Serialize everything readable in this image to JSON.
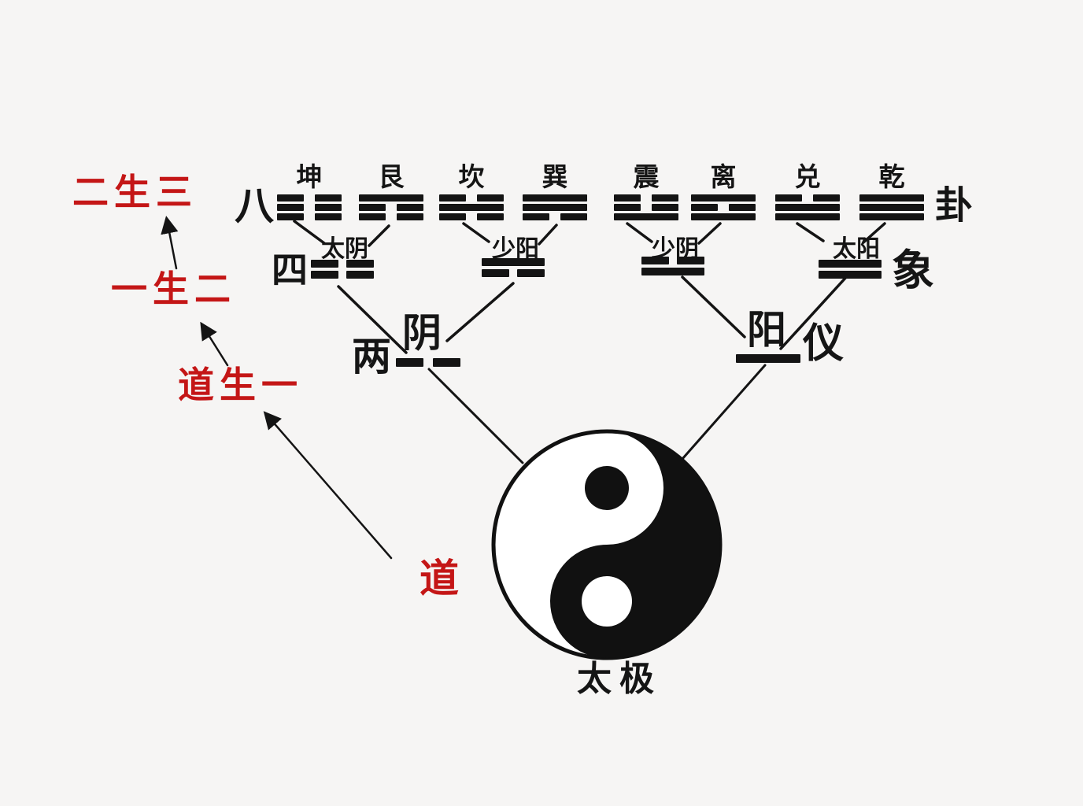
{
  "colors": {
    "red": "#c41616",
    "ink": "#141414",
    "background": "#f6f5f4"
  },
  "red_annotations": {
    "er_sheng_san": "二生三",
    "yi_sheng_er": "一生二",
    "dao_sheng_yi": "道生一",
    "dao": "道"
  },
  "eight_trigrams": {
    "left_char": "八",
    "right_char": "卦",
    "items": [
      {
        "name": "坤",
        "lines_top_to_bottom": [
          "broken",
          "broken",
          "broken"
        ]
      },
      {
        "name": "艮",
        "lines_top_to_bottom": [
          "solid",
          "broken",
          "broken"
        ]
      },
      {
        "name": "坎",
        "lines_top_to_bottom": [
          "broken",
          "solid",
          "broken"
        ]
      },
      {
        "name": "巽",
        "lines_top_to_bottom": [
          "solid",
          "solid",
          "broken"
        ]
      },
      {
        "name": "震",
        "lines_top_to_bottom": [
          "broken",
          "broken",
          "solid"
        ]
      },
      {
        "name": "离",
        "lines_top_to_bottom": [
          "solid",
          "broken",
          "solid"
        ]
      },
      {
        "name": "兑",
        "lines_top_to_bottom": [
          "broken",
          "solid",
          "solid"
        ]
      },
      {
        "name": "乾",
        "lines_top_to_bottom": [
          "solid",
          "solid",
          "solid"
        ]
      }
    ]
  },
  "four_images": {
    "left_char": "四",
    "right_char": "象",
    "items": [
      {
        "name": "太阴",
        "lines_top_to_bottom": [
          "broken",
          "broken"
        ]
      },
      {
        "name": "少阳",
        "lines_top_to_bottom": [
          "solid",
          "broken"
        ]
      },
      {
        "name": "少阴",
        "lines_top_to_bottom": [
          "broken",
          "solid"
        ]
      },
      {
        "name": "太阳",
        "lines_top_to_bottom": [
          "solid",
          "solid"
        ]
      }
    ]
  },
  "two_forms": {
    "left_char": "两",
    "right_char": "仪",
    "items": [
      {
        "name": "阴",
        "lines_top_to_bottom": [
          "broken"
        ]
      },
      {
        "name": "阳",
        "lines_top_to_bottom": [
          "solid"
        ]
      }
    ]
  },
  "taiji": {
    "label": "太极"
  }
}
